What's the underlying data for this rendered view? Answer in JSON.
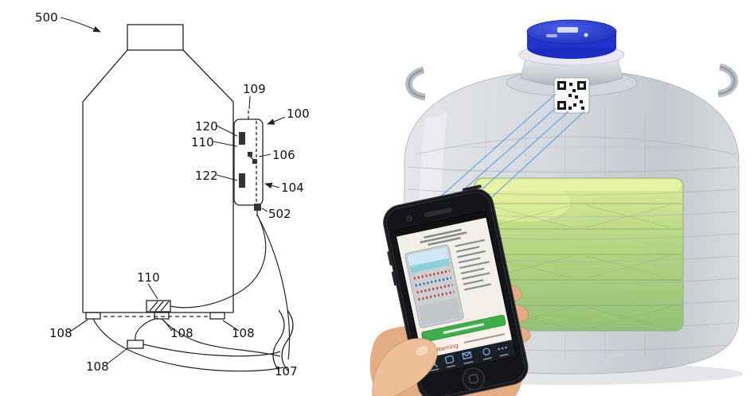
{
  "figure": {
    "labels": {
      "ref500": "500",
      "ref109": "109",
      "ref100": "100",
      "ref120": "120",
      "ref110_module": "110",
      "ref106": "106",
      "ref122": "122",
      "ref104": "104",
      "ref502": "502",
      "ref110_base": "110",
      "ref108_left": "108",
      "ref108_center": "108",
      "ref108_right": "108",
      "ref108_bottom": "108",
      "ref107": "107"
    }
  },
  "photo": {
    "screen": {
      "warning_text": "Warning"
    },
    "colors": {
      "lid_blue": "#2233cc",
      "tank_gray": "#c8ccd2",
      "rack_green": "#6fae3e",
      "rack_yellow": "#d8e96d",
      "beam_blue": "#5aa0e6",
      "skin": "#e3ac82",
      "phone_black": "#141519",
      "warning_orange": "#e67e22",
      "button_green": "#3fae4a"
    }
  }
}
